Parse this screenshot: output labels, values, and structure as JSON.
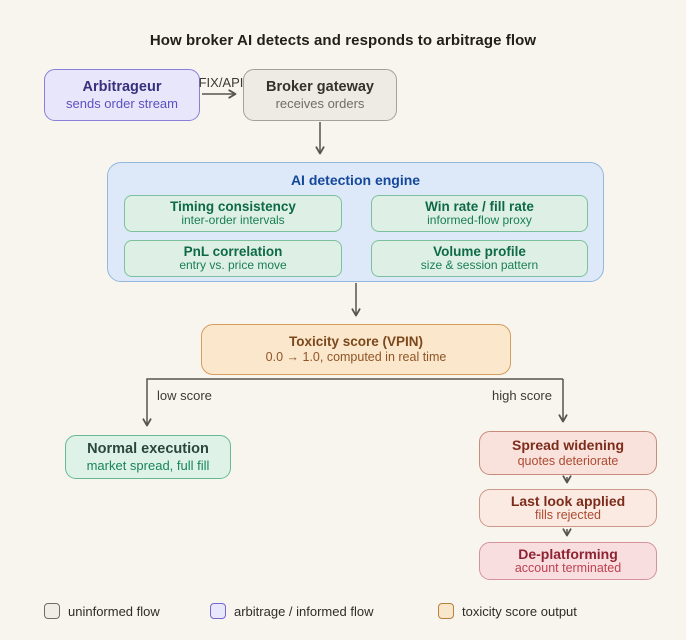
{
  "title": "How broker AI detects and responds to arbitrage flow",
  "nodes": {
    "arbitrageur": {
      "title": "Arbitrageur",
      "subtitle": "sends order stream"
    },
    "broker_gateway": {
      "title": "Broker gateway",
      "subtitle": "receives orders"
    },
    "ai_engine": {
      "title": "AI detection engine"
    },
    "timing": {
      "title": "Timing consistency",
      "subtitle": "inter-order intervals"
    },
    "win_rate": {
      "title": "Win rate / fill rate",
      "subtitle": "informed-flow proxy"
    },
    "pnl": {
      "title": "PnL correlation",
      "subtitle": "entry vs. price move"
    },
    "volume": {
      "title": "Volume profile",
      "subtitle": "size & session pattern"
    },
    "toxicity": {
      "title": "Toxicity score (VPIN)",
      "subtitle": "0.0 → 1.0, computed in real time"
    },
    "normal_execution": {
      "title": "Normal execution",
      "subtitle": "market spread, full fill"
    },
    "spread_widening": {
      "title": "Spread widening",
      "subtitle": "quotes deteriorate"
    },
    "last_look": {
      "title": "Last look applied",
      "subtitle": "fills rejected"
    },
    "deplatforming": {
      "title": "De-platforming",
      "subtitle": "account terminated"
    }
  },
  "edges": {
    "fix_api": "FIX/API",
    "low_score": "low score",
    "high_score": "high score"
  },
  "legend": {
    "items": [
      {
        "label": "uninformed flow",
        "fill": "#efede6",
        "border": "#6f6e66"
      },
      {
        "label": "arbitrage / informed flow",
        "fill": "#e9e7fb",
        "border": "#7568d0"
      },
      {
        "label": "toxicity score output",
        "fill": "#f9e7cc",
        "border": "#b9803c"
      }
    ]
  },
  "colors": {
    "background": "#f7f5ee",
    "connector": "#55544f",
    "purple_node_fill": "#e8e6fa",
    "purple_node_border": "#8b7ed9",
    "gray_node_fill": "#edebe4",
    "blue_panel_fill": "#dde9f9",
    "blue_panel_title": "#15489b",
    "green_module_fill": "#def0e6",
    "green_module_text": "#0d6a45",
    "toxicity_fill": "#fbe7cc",
    "toxicity_text": "#7c481b",
    "warning_fill": "#f8e2db",
    "warning_text": "#7d2c1b",
    "danger_fill": "#f9dee0",
    "danger_text": "#8e2433"
  }
}
